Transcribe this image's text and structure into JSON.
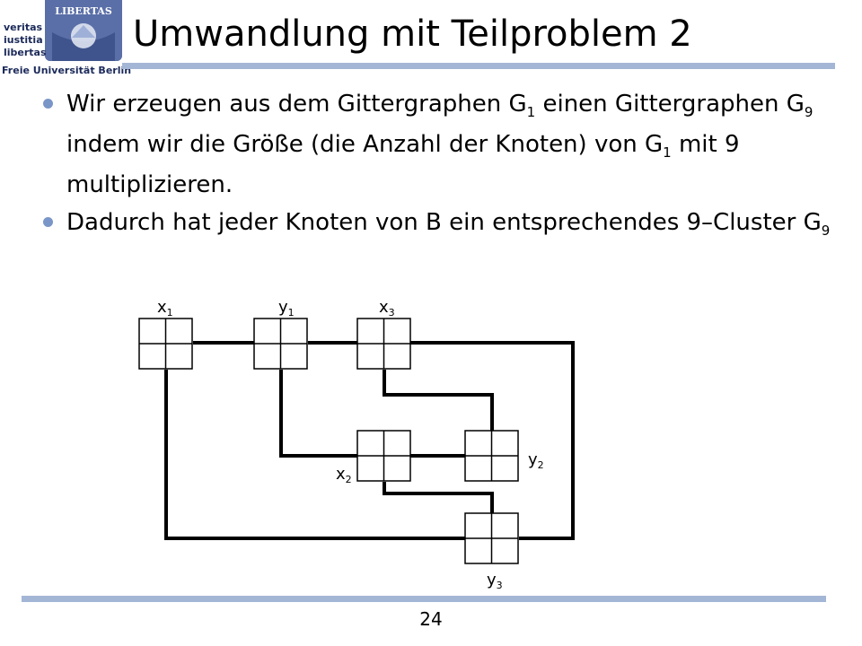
{
  "logo": {
    "seal_text": "LIBERTAS",
    "motto": [
      "veritas",
      "iustitia",
      "libertas"
    ],
    "university": "Freie Universität Berlin"
  },
  "title": "Umwandlung mit Teilproblem 2",
  "bullets": [
    {
      "segments": [
        {
          "t": "Wir erzeugen aus dem Gittergraphen G"
        },
        {
          "t": "1",
          "sub": true
        },
        {
          "t": " einen Gittergraphen G"
        },
        {
          "t": "9",
          "sub": true
        },
        {
          "t": " indem wir die Größe (die Anzahl der Knoten) von G"
        },
        {
          "t": "1",
          "sub": true
        },
        {
          "t": " mit 9 multiplizieren."
        }
      ]
    },
    {
      "segments": [
        {
          "t": "Dadurch hat jeder Knoten von B ein entsprechendes 9–Cluster G"
        },
        {
          "t": "9",
          "sub": true
        }
      ]
    }
  ],
  "figure": {
    "clusters": [
      {
        "id": "x1",
        "label": "x",
        "sub": "1"
      },
      {
        "id": "y1",
        "label": "y",
        "sub": "1"
      },
      {
        "id": "x3",
        "label": "x",
        "sub": "3"
      },
      {
        "id": "x2",
        "label": "x",
        "sub": "2"
      },
      {
        "id": "y2",
        "label": "y",
        "sub": "2"
      },
      {
        "id": "y3",
        "label": "y",
        "sub": "3"
      }
    ]
  },
  "page_number": "24"
}
